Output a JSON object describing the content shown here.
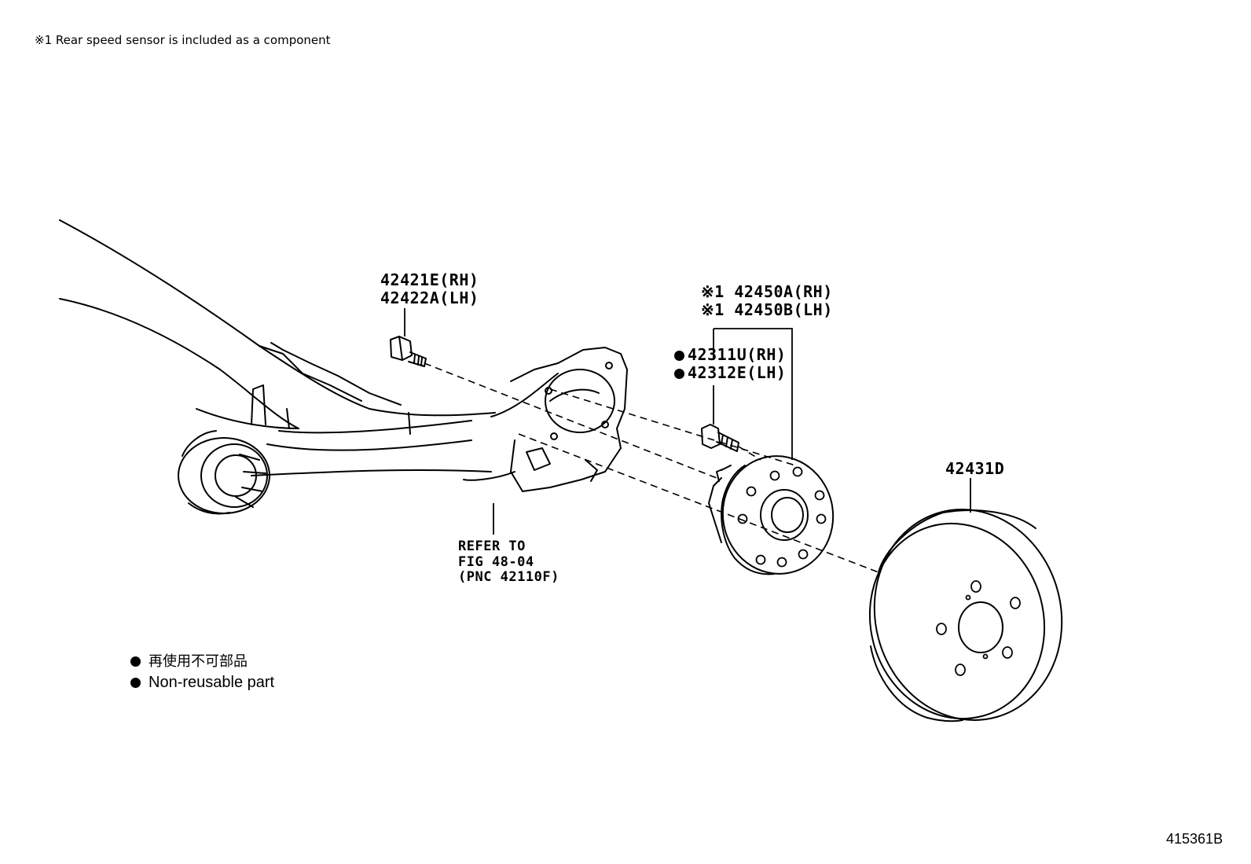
{
  "header_note": "※1 Rear speed sensor is included as a component",
  "callouts": {
    "bolt_rh": "42421E(RH)",
    "bolt_lh": "42422A(LH)",
    "hub_rh": "※1 42450A(RH)",
    "hub_lh": "※1 42450B(LH)",
    "stud_rh": "42311U(RH)",
    "stud_lh": "42312E(LH)",
    "drum": "42431D"
  },
  "refer": {
    "line1": "REFER TO",
    "line2": "FIG 48-04",
    "line3": "(PNC 42110F)"
  },
  "legend": {
    "jp": "再使用不可部品",
    "en": "Non-reusable part"
  },
  "figure_id": "415361B"
}
